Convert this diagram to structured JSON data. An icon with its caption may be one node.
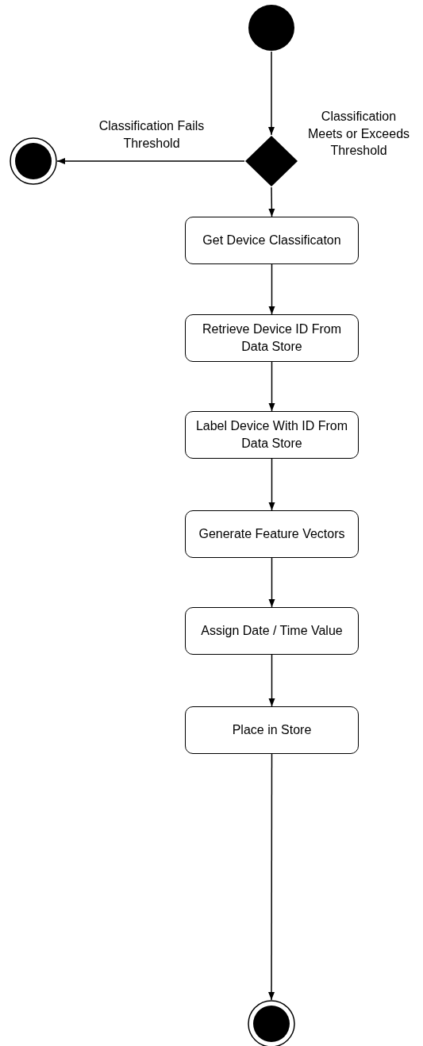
{
  "diagram": {
    "nodes": [
      {
        "text": [],
        "shape": "circle"
      },
      {
        "text": [],
        "shape": "diamond"
      },
      {
        "text": [],
        "shape": "bullseye"
      },
      {
        "text": [
          "Get Device Classificaton"
        ]
      },
      {
        "text": [
          "Retrieve Device ID From Data Store"
        ]
      },
      {
        "text": [
          "Label Device With ID From Data Store"
        ]
      },
      {
        "text": [
          "Generate Feature Vectors"
        ]
      },
      {
        "text": [
          "Assign Date / Time Value"
        ]
      },
      {
        "text": [
          "Place in Store"
        ]
      },
      {
        "text": [],
        "shape": "bullseye"
      }
    ],
    "edges": [
      {
        "from": 0,
        "to": 1,
        "arrow": "to"
      },
      {
        "from": 1,
        "to": 2,
        "arrow": "to",
        "label": "Classification Fails Threshold"
      },
      {
        "from": 1,
        "to": 3,
        "arrow": "to",
        "label": "Classification Meets or Exceeds Threshold"
      },
      {
        "from": 3,
        "to": 4,
        "arrow": "to"
      },
      {
        "from": 4,
        "to": 5,
        "arrow": "to"
      },
      {
        "from": 5,
        "to": 6,
        "arrow": "to"
      },
      {
        "from": 6,
        "to": 7,
        "arrow": "to"
      },
      {
        "from": 7,
        "to": 8,
        "arrow": "to"
      },
      {
        "from": 8,
        "to": 9,
        "arrow": "to"
      }
    ]
  }
}
